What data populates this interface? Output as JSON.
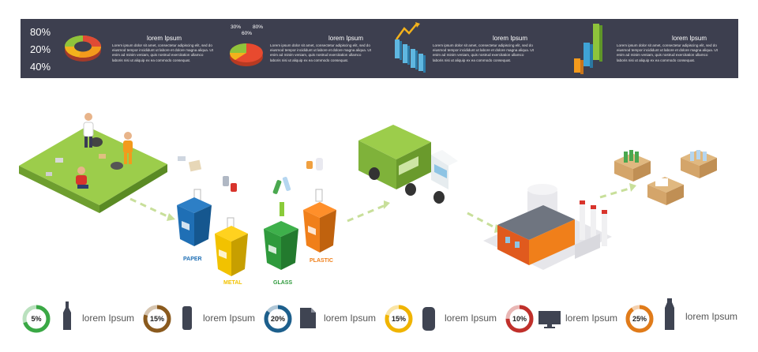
{
  "header": {
    "percentages": [
      "80%",
      "20%",
      "40%"
    ],
    "pie_labels": [
      "30%",
      "60%",
      "80%"
    ],
    "blocks": [
      {
        "title": "lorem Ipsum",
        "text": "Lorem ipsum dolor sit amet, consectetur adipiscing elit, sed do eiusmod tempor incididunt ut labore et dolore magna aliqua. Ut enim ad minim veniam, quis nostrud exercitation ullamco laboris nisi ut aliquip ex ea commodo consequat."
      },
      {
        "title": "lorem Ipsum",
        "text": "Lorem ipsum dolor sit amet, consectetur adipiscing elit, sed do eiusmod tempor incididunt ut labore et dolore magna aliqua. Ut enim ad minim veniam, quis nostrud exercitation ullamco laboris nisi ut aliquip ex ea commodo consequat."
      },
      {
        "title": "lorem Ipsum",
        "text": "Lorem ipsum dolor sit amet, consectetur adipiscing elit, sed do eiusmod tempor incididunt ut labore et dolore magna aliqua. Ut enim ad minim veniam, quis nostrud exercitation ullamco laboris nisi ut aliquip ex ea commodo consequat."
      },
      {
        "title": "lorem Ipsum",
        "text": "Lorem ipsum dolor sit amet, consectetur adipiscing elit, sed do eiusmod tempor incididunt ut labore et dolore magna aliqua. Ut enim ad minim veniam, quis nostrud exercitation ullamco laboris nisi ut aliquip ex ea commodo consequat."
      }
    ]
  },
  "bins": [
    {
      "label": "PAPER",
      "color": "#1f6fb5"
    },
    {
      "label": "METAL",
      "color": "#f2c200"
    },
    {
      "label": "GLASS",
      "color": "#2f9a3c"
    },
    {
      "label": "PLASTIC",
      "color": "#f07f1a"
    }
  ],
  "legend": [
    {
      "pct": "5%",
      "value": 5,
      "color": "#3aa845",
      "icon": "bottle-icon",
      "label": "lorem Ipsum"
    },
    {
      "pct": "15%",
      "value": 15,
      "color": "#8a5a1e",
      "icon": "can-icon",
      "label": "lorem Ipsum"
    },
    {
      "pct": "20%",
      "value": 20,
      "color": "#1d5f8c",
      "icon": "paper-icon",
      "label": "lorem Ipsum"
    },
    {
      "pct": "15%",
      "value": 15,
      "color": "#f0b400",
      "icon": "battery-icon",
      "label": "lorem Ipsum"
    },
    {
      "pct": "10%",
      "value": 10,
      "color": "#c0302b",
      "icon": "monitor-icon",
      "label": "lorem Ipsum"
    },
    {
      "pct": "25%",
      "value": 25,
      "color": "#e07b1a",
      "icon": "plastic-bottle-icon",
      "label": "lorem Ipsum"
    }
  ]
}
